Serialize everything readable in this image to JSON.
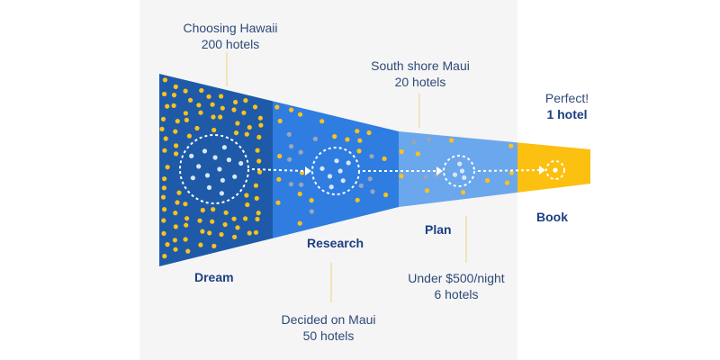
{
  "stages": [
    {
      "name": "Dream",
      "color": "#1e5aa8",
      "density": 1.0
    },
    {
      "name": "Research",
      "color": "#2f7de0",
      "density": 0.6
    },
    {
      "name": "Plan",
      "color": "#6aa7ec",
      "density": 0.35
    },
    {
      "name": "Book",
      "color": "#fbc010",
      "density": 0.0
    }
  ],
  "annotations": {
    "dream": {
      "line1": "Choosing Hawaii",
      "line2": "200 hotels"
    },
    "research": {
      "line1": "Decided on Maui",
      "line2": "50 hotels"
    },
    "plan": {
      "line1": "South shore Maui",
      "line2": "20 hotels"
    },
    "plan_filter": {
      "line1": "Under $500/night",
      "line2": "6 hotels"
    },
    "book": {
      "line1": "Perfect!",
      "line2": "1 hotel"
    }
  },
  "colors": {
    "dot_yellow": "#fbc21a",
    "dot_gray": "#9aa6b8",
    "dot_inner": "#d9e6f7",
    "panel_bg": "#f5f5f5",
    "guide_line": "#f0d27a"
  }
}
